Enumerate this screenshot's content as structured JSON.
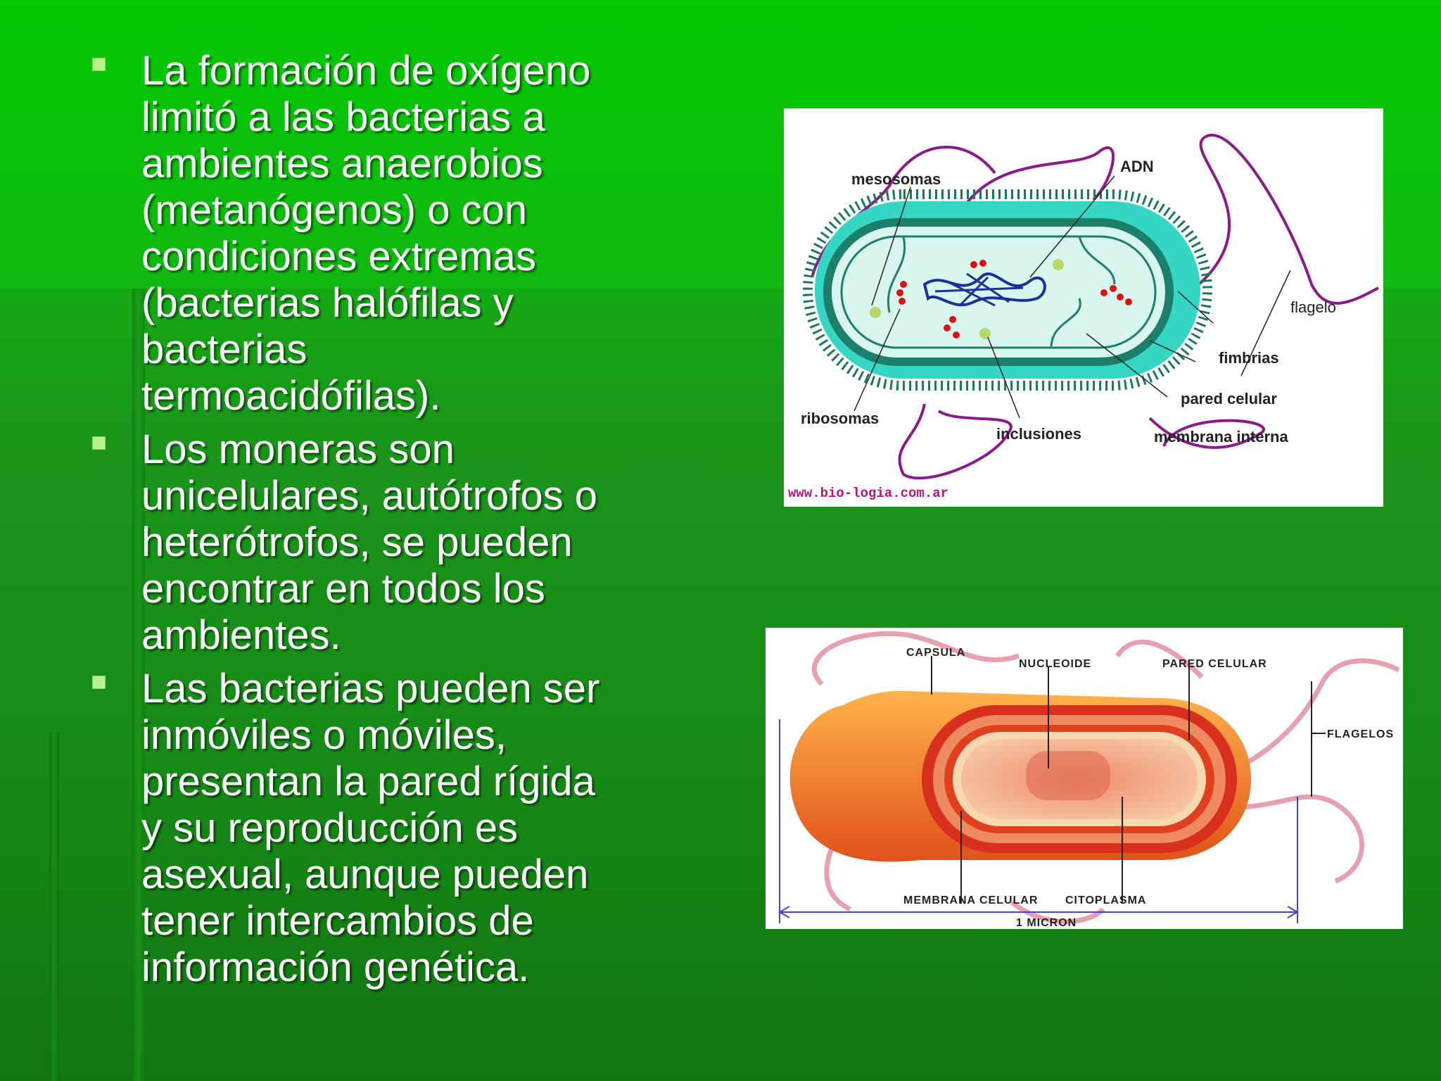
{
  "bullets": [
    {
      "text": "La formación de oxígeno\nlimitó a las bacterias a\nambientes anaerobios\n(metanógenos) o con\ncondiciones extremas\n(bacterias halófilas y\nbacterias\ntermoacidófilas)."
    },
    {
      "text": "Los moneras son\nunicelulares, autótrofos o\nheterótrofos, se pueden\nencontrar en todos los\nambientes."
    },
    {
      "text": "Las bacterias pueden ser\ninmóviles o móviles,\npresentan la pared rígida\ny su reproducción es\nasexual, aunque pueden\ntener intercambios de\ninformación genética."
    }
  ],
  "figure1": {
    "labels": {
      "mesosomas": "mesosomas",
      "adn": "ADN",
      "flagelo": "flagelo",
      "fimbrias": "fimbrias",
      "pared_celular": "pared celular",
      "ribosomas": "ribosomas",
      "inclusiones": "inclusiones",
      "membrana_interna": "membrana interna"
    },
    "source": "www.bio-logia.com.ar"
  },
  "figure2": {
    "labels": {
      "capsula": "CAPSULA",
      "nucleoide": "NUCLEOIDE",
      "pared_celular": "PARED CELULAR",
      "flagelos": "FLAGELOS",
      "membrana_celular": "MEMBRANA CELULAR",
      "citoplasma": "CITOPLASMA",
      "escala": "1 MICRON"
    }
  },
  "colors": {
    "background": "#12a012",
    "text": "#ffffff",
    "bullet": "#b8f28c"
  }
}
